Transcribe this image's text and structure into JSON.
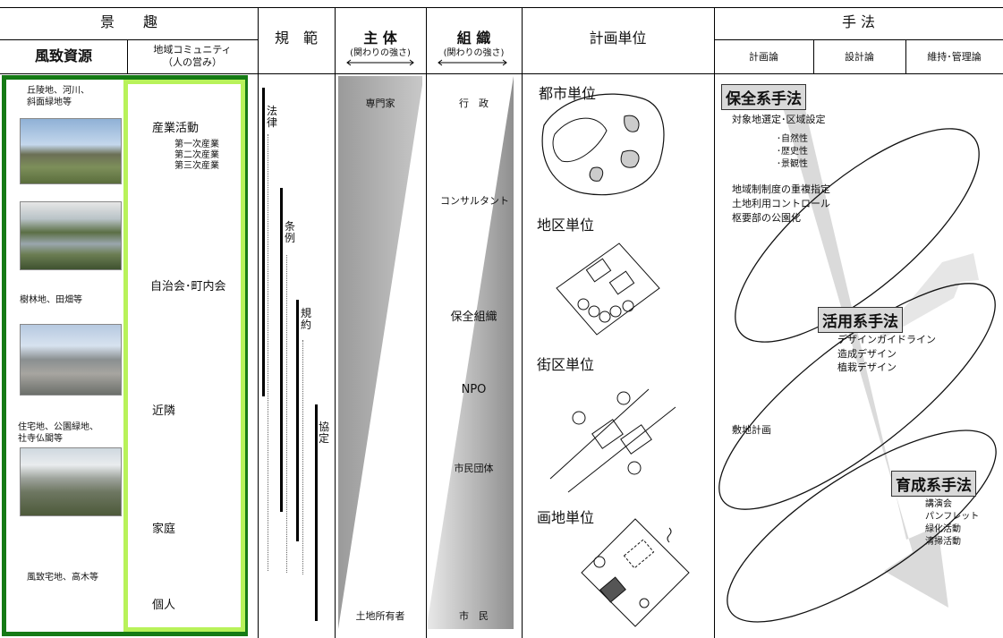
{
  "headers": {
    "keishu": "景　　趣",
    "fuchi_shigen": "風致資源",
    "chiiki_community": "地域コミュニティ",
    "hito_no_itonami": "（人の営み）",
    "kihan": "規　範",
    "shutai": "主 体",
    "shutai_sub": "(関わりの強さ)",
    "soshiki": "組 織",
    "soshiki_sub": "(関わりの強さ)",
    "keikaku_tani": "計画単位",
    "shuho": "手 法",
    "keikaku_ron": "計画論",
    "sekkei_ron": "設計論",
    "iji_kanri_ron": "維持･管理論"
  },
  "resources": [
    "丘陵地、河川、",
    "斜面緑地等",
    "樹林地、田畑等",
    "住宅地、公園緑地、",
    "社寺仏閣等",
    "風致宅地、高木等"
  ],
  "community": {
    "sangyo": "産業活動",
    "dai1": "第一次産業",
    "dai2": "第二次産業",
    "dai3": "第三次産業",
    "jichikai": "自治会･町内会",
    "kinrin": "近隣",
    "katei": "家庭",
    "kojin": "個人"
  },
  "norms": [
    "法律",
    "条例",
    "規約",
    "協定"
  ],
  "actors": {
    "top": "専門家",
    "bottom": "土地所有者"
  },
  "organizations": [
    "行　政",
    "コンサルタント",
    "保全組織",
    "NPO",
    "市民団体",
    "市　民"
  ],
  "planning_units": [
    "都市単位",
    "地区単位",
    "街区単位",
    "画地単位"
  ],
  "methods": {
    "hozen": "保全系手法",
    "hozen_items": [
      "対象地選定･区域設定",
      "･自然性",
      "･歴史性",
      "･景観性",
      "地域制制度の重複指定",
      "土地利用コントロール",
      "枢要部の公園化"
    ],
    "katsuyo": "活用系手法",
    "katsuyo_items": [
      "デザインガイドライン",
      "造成デザイン",
      "植栽デザイン"
    ],
    "shikichi": "敷地計画",
    "ikusei": "育成系手法",
    "ikusei_items": [
      "講演会",
      "パンフレット",
      "緑化活動",
      "清掃活動"
    ]
  },
  "colors": {
    "dark_green": "#157a15",
    "light_green": "#b8f25a",
    "gray_band": "#a6a6a6",
    "arrow_fill": "#d8d8d8"
  }
}
